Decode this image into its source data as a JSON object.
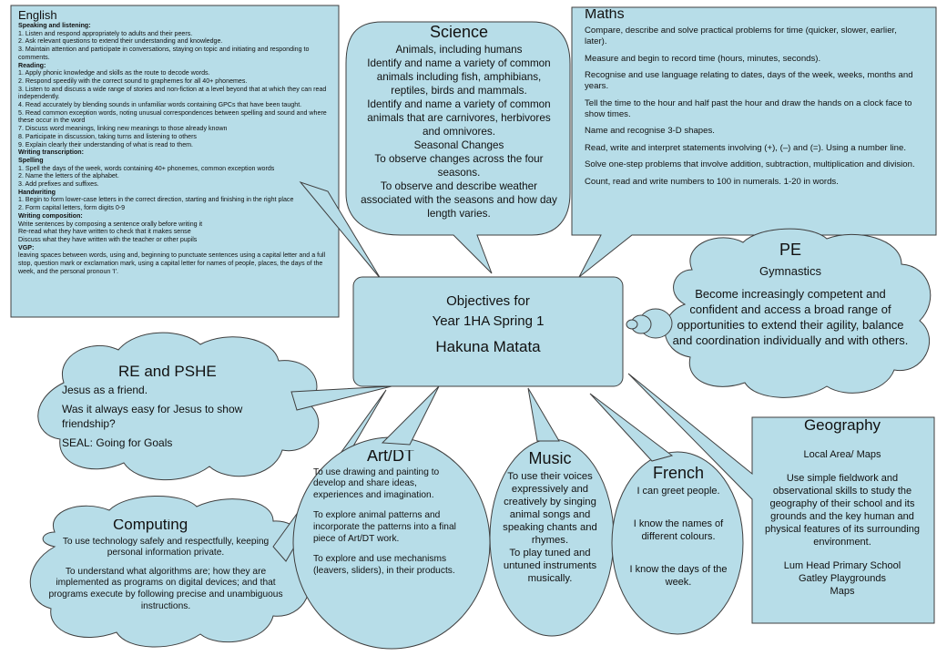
{
  "center": {
    "line1": "Objectives for",
    "line2": "Year 1HA Spring 1",
    "line3": "Hakuna Matata"
  },
  "english": {
    "title": "English",
    "lines": [
      {
        "t": "Speaking and listening:",
        "h": true
      },
      {
        "t": "1. Listen and respond appropriately to adults and their peers.",
        "h": false
      },
      {
        "t": "2. Ask relevant questions to extend their understanding and knowledge.",
        "h": false
      },
      {
        "t": "3. Maintain attention and participate in conversations, staying on topic and initiating and responding to comments.",
        "h": false
      },
      {
        "t": "Reading:",
        "h": true
      },
      {
        "t": "1. Apply phonic knowledge and skills as the route to decode words.",
        "h": false
      },
      {
        "t": "2. Respond speedily with the correct sound to graphemes for all 40+ phonemes.",
        "h": false
      },
      {
        "t": "3. Listen to and discuss a wide range of stories and non-fiction at a level beyond that at which they can read independently.",
        "h": false
      },
      {
        "t": "4. Read accurately by blending sounds in unfamiliar words containing GPCs that have been taught.",
        "h": false
      },
      {
        "t": "5. Read common exception words, noting unusual correspondences between spelling and sound and where these occur in the word",
        "h": false
      },
      {
        "t": "7. Discuss word meanings, linking new meanings to those already known",
        "h": false
      },
      {
        "t": "8. Participate in discussion, taking turns and listening to others",
        "h": false
      },
      {
        "t": "9. Explain clearly their understanding of what is read to them.",
        "h": false
      },
      {
        "t": "Writing transcription:",
        "h": true
      },
      {
        "t": "Spelling",
        "h": true
      },
      {
        "t": "1. Spell the days of the week, words containing 40+ phonemes, common exception words",
        "h": false
      },
      {
        "t": "2. Name the letters of the alphabet.",
        "h": false
      },
      {
        "t": "3. Add prefixes and suffixes.",
        "h": false
      },
      {
        "t": "Handwriting",
        "h": true
      },
      {
        "t": "1. Begin to form lower-case letters in the correct direction, starting and finishing in the right place",
        "h": false
      },
      {
        "t": "2. Form capital letters, form digits 0-9",
        "h": false
      },
      {
        "t": "Writing composition:",
        "h": true
      },
      {
        "t": "Write sentences by composing a sentence orally before writing it",
        "h": false
      },
      {
        "t": "Re-read what they have written to check that it makes sense",
        "h": false
      },
      {
        "t": "Discuss what they have written with the teacher or other pupils",
        "h": false
      },
      {
        "t": "VGP:",
        "h": true
      },
      {
        "t": "leaving spaces between words, using and, beginning to punctuate sentences using a capital letter and a full stop, question mark or exclamation mark, using a capital letter for names of people, places, the days of the week, and the personal pronoun 'I'.",
        "h": false
      }
    ]
  },
  "science": {
    "title": "Science",
    "lines": [
      "Animals, including humans",
      "Identify and name a variety of common animals including fish, amphibians, reptiles, birds and mammals.",
      "Identify and name a variety of common animals that are carnivores, herbivores and omnivores.",
      "Seasonal Changes",
      "To observe changes across the four seasons.",
      "To observe and describe weather associated with the seasons and how day length varies."
    ]
  },
  "maths": {
    "title": "Maths",
    "lines": [
      "Compare, describe and solve practical problems for time (quicker, slower, earlier, later).",
      "Measure and begin to record time (hours, minutes, seconds).",
      "Recognise and use language relating to dates, days of the week, weeks, months and years.",
      "Tell the time to the hour and half past the hour and draw the hands on a clock face to show times.",
      "Name and recognise 3-D shapes.",
      "Read, write and interpret statements involving (+), (–) and (=). Using a number line.",
      "Solve one-step problems that involve addition, subtraction, multiplication and division.",
      "Count, read and write numbers to 100 in numerals. 1-20 in words."
    ]
  },
  "pe": {
    "title": "PE",
    "lines": [
      "Gymnastics",
      "Become increasingly competent and confident and access a broad range of opportunities to extend their agility, balance and coordination individually and with others."
    ]
  },
  "re": {
    "title": "RE and PSHE",
    "lines": [
      "Jesus as a friend.",
      "Was it always easy for Jesus to show friendship?",
      "SEAL: Going for Goals"
    ]
  },
  "computing": {
    "title": "Computing",
    "lines": [
      "To use technology safely and respectfully, keeping personal information private.",
      "To understand what algorithms are; how they are implemented as programs on digital devices; and that programs execute by following precise and unambiguous instructions."
    ]
  },
  "art": {
    "title": "Art/DT",
    "lines": [
      "To use drawing and painting to develop and share ideas, experiences and imagination.",
      "To explore animal patterns and incorporate the patterns into a final piece of Art/DT work.",
      "To explore and use mechanisms (leavers, sliders), in their products."
    ]
  },
  "music": {
    "title": "Music",
    "lines": [
      "To use their voices expressively and creatively by singing animal songs and speaking chants and rhymes.",
      "To play tuned and untuned instruments musically."
    ]
  },
  "french": {
    "title": "French",
    "lines": [
      "I can greet people.",
      "I know the names of different colours.",
      "I know the days of the week."
    ]
  },
  "geography": {
    "title": "Geography",
    "lines": [
      "Local Area/ Maps",
      "Use simple fieldwork and observational skills to study the geography of their school and its grounds and the key human and physical features of its surrounding environment.",
      "Lum Head Primary School\nGatley Playgrounds\nMaps"
    ]
  },
  "colors": {
    "fill": "#b7dde8",
    "stroke": "#3f3f3f"
  }
}
